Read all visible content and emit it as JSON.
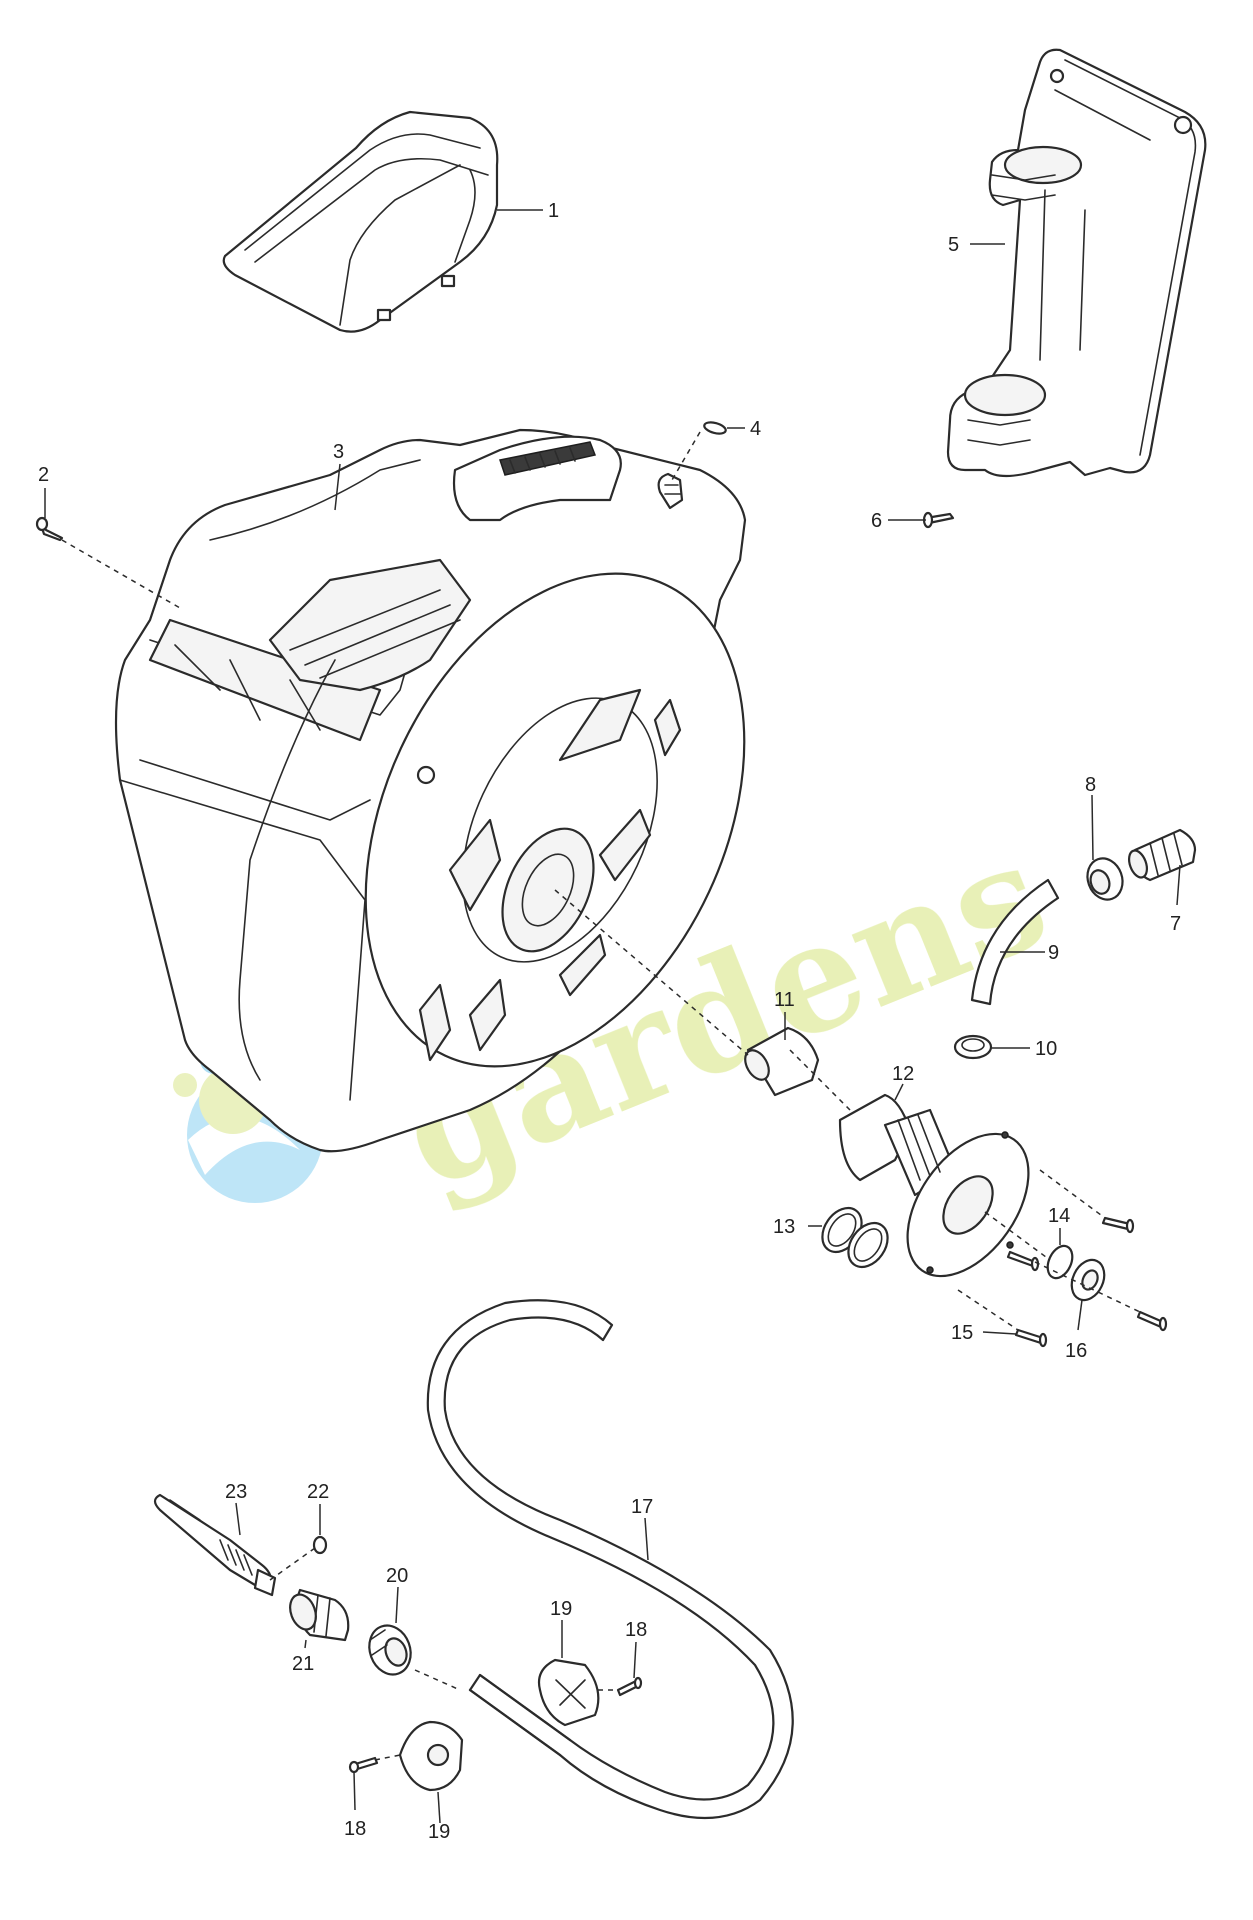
{
  "diagram": {
    "type": "exploded-parts-diagram",
    "callouts": [
      {
        "id": "callout-1",
        "label": "1"
      },
      {
        "id": "callout-2",
        "label": "2"
      },
      {
        "id": "callout-3",
        "label": "3"
      },
      {
        "id": "callout-4",
        "label": "4"
      },
      {
        "id": "callout-5",
        "label": "5"
      },
      {
        "id": "callout-6",
        "label": "6"
      },
      {
        "id": "callout-7",
        "label": "7"
      },
      {
        "id": "callout-8",
        "label": "8"
      },
      {
        "id": "callout-9",
        "label": "9"
      },
      {
        "id": "callout-10",
        "label": "10"
      },
      {
        "id": "callout-11",
        "label": "11"
      },
      {
        "id": "callout-12",
        "label": "12"
      },
      {
        "id": "callout-13",
        "label": "13"
      },
      {
        "id": "callout-14",
        "label": "14"
      },
      {
        "id": "callout-15",
        "label": "15"
      },
      {
        "id": "callout-16",
        "label": "16"
      },
      {
        "id": "callout-17",
        "label": "17"
      },
      {
        "id": "callout-18a",
        "label": "18"
      },
      {
        "id": "callout-18b",
        "label": "18"
      },
      {
        "id": "callout-19a",
        "label": "19"
      },
      {
        "id": "callout-19b",
        "label": "19"
      },
      {
        "id": "callout-20",
        "label": "20"
      },
      {
        "id": "callout-21",
        "label": "21"
      },
      {
        "id": "callout-22",
        "label": "22"
      },
      {
        "id": "callout-23",
        "label": "23"
      }
    ]
  },
  "watermark": {
    "text": "gardens",
    "text_color": "#e4eeaa",
    "logo_colors": {
      "yellow": "#e7efb4",
      "blue": "#9fd8f2"
    }
  }
}
